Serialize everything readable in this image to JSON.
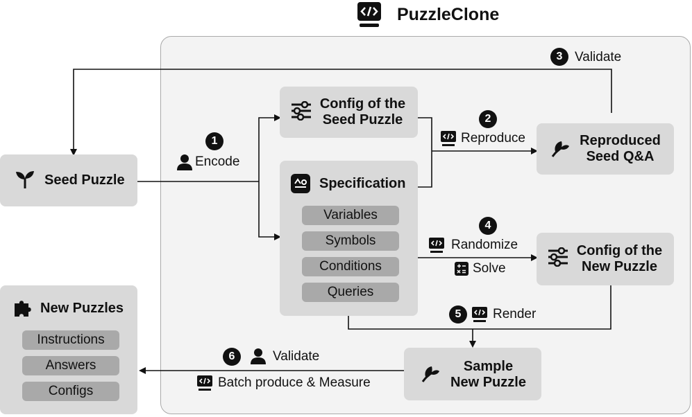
{
  "header": {
    "title": "PuzzleClone"
  },
  "nodes": {
    "seed_puzzle": "Seed Puzzle",
    "config_seed": [
      "Config of the",
      "Seed Puzzle"
    ],
    "specification": "Specification",
    "spec_items": [
      "Variables",
      "Symbols",
      "Conditions",
      "Queries"
    ],
    "reproduced": [
      "Reproduced",
      "Seed Q&A"
    ],
    "config_new": [
      "Config of the",
      "New Puzzle"
    ],
    "sample_new": [
      "Sample",
      "New Puzzle"
    ],
    "new_puzzles": "New Puzzles",
    "new_items": [
      "Instructions",
      "Answers",
      "Configs"
    ]
  },
  "steps": {
    "s1": {
      "num": "1",
      "label": "Encode"
    },
    "s2": {
      "num": "2",
      "label": "Reproduce"
    },
    "s3": {
      "num": "3",
      "label": "Validate"
    },
    "s4": {
      "num": "4",
      "label": "Randomize",
      "sub": "Solve"
    },
    "s5": {
      "num": "5",
      "label": "Render"
    },
    "s6": {
      "num": "6",
      "label": "Validate",
      "sub": "Batch produce & Measure"
    }
  },
  "icons": [
    "code-monitor-icon",
    "sprout-icon",
    "sliders-icon",
    "spec-doc-icon",
    "user-icon",
    "calculator-icon",
    "puzzle-icon"
  ]
}
